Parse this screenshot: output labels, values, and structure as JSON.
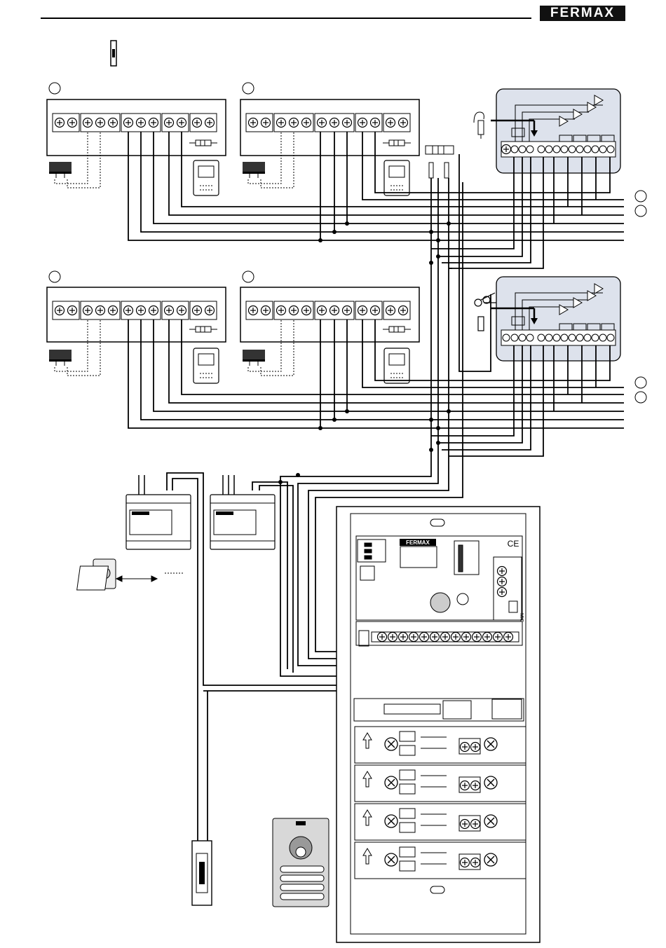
{
  "header": {
    "brand": "FERMAX"
  },
  "control_unit": {
    "brand": "FERMAX",
    "ce_mark": "CE",
    "mic_label": "MIC"
  }
}
